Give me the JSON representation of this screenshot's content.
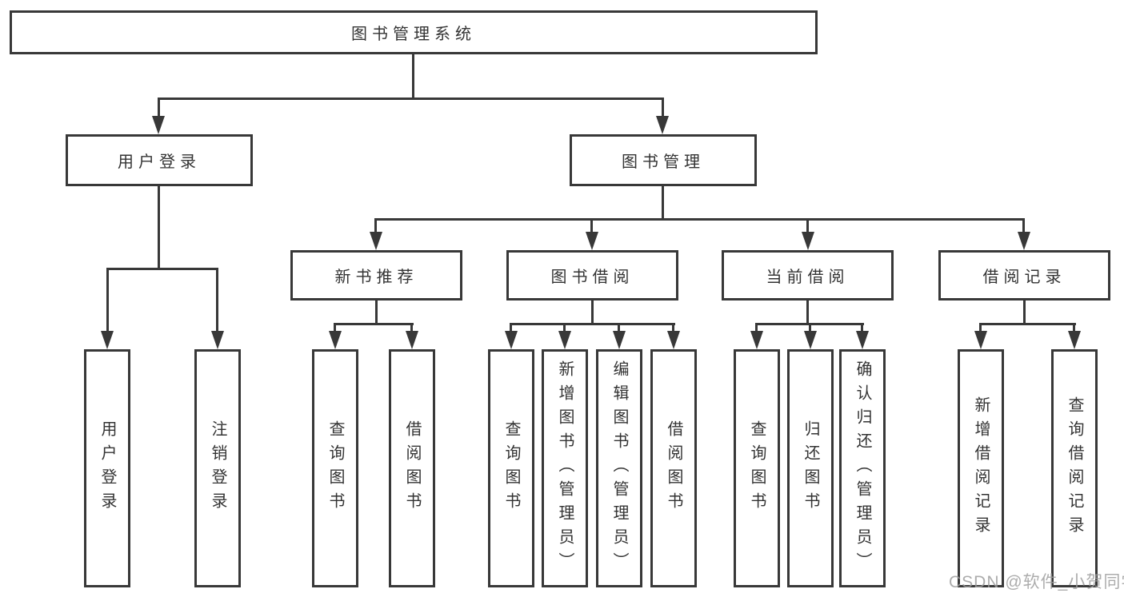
{
  "diagram": {
    "type": "hierarchy-tree",
    "colors": {
      "line": "#383838",
      "text": "#333333",
      "background": "#ffffff",
      "watermark": "#9e9e9e"
    },
    "watermark": "CSDN @软件_小贺同学",
    "nodes": {
      "root": "图书管理系统",
      "user_login": "用户登录",
      "book_mgmt": "图书管理",
      "new_book_rec": "新书推荐",
      "book_borrow": "图书借阅",
      "current_borrow": "当前借阅",
      "borrow_record": "借阅记录",
      "leaf_login": "用户登录",
      "leaf_logout": "注销登录",
      "leaf_rec_query": "查询图书",
      "leaf_rec_borrow": "借阅图书",
      "leaf_bb_query": "查询图书",
      "leaf_bb_add": "新增图书（管理员）",
      "leaf_bb_edit": "编辑图书（管理员）",
      "leaf_bb_borrow": "借阅图书",
      "leaf_cb_query": "查询图书",
      "leaf_cb_return": "归还图书",
      "leaf_cb_confirm": "确认归还（管理员）",
      "leaf_br_add": "新增借阅记录",
      "leaf_br_query": "查询借阅记录"
    },
    "hierarchy": {
      "图书管理系统": [
        "用户登录",
        "图书管理"
      ],
      "用户登录": [
        "用户登录",
        "注销登录"
      ],
      "图书管理": [
        "新书推荐",
        "图书借阅",
        "当前借阅",
        "借阅记录"
      ],
      "新书推荐": [
        "查询图书",
        "借阅图书"
      ],
      "图书借阅": [
        "查询图书",
        "新增图书（管理员）",
        "编辑图书（管理员）",
        "借阅图书"
      ],
      "当前借阅": [
        "查询图书",
        "归还图书",
        "确认归还（管理员）"
      ],
      "借阅记录": [
        "新增借阅记录",
        "查询借阅记录"
      ]
    }
  }
}
